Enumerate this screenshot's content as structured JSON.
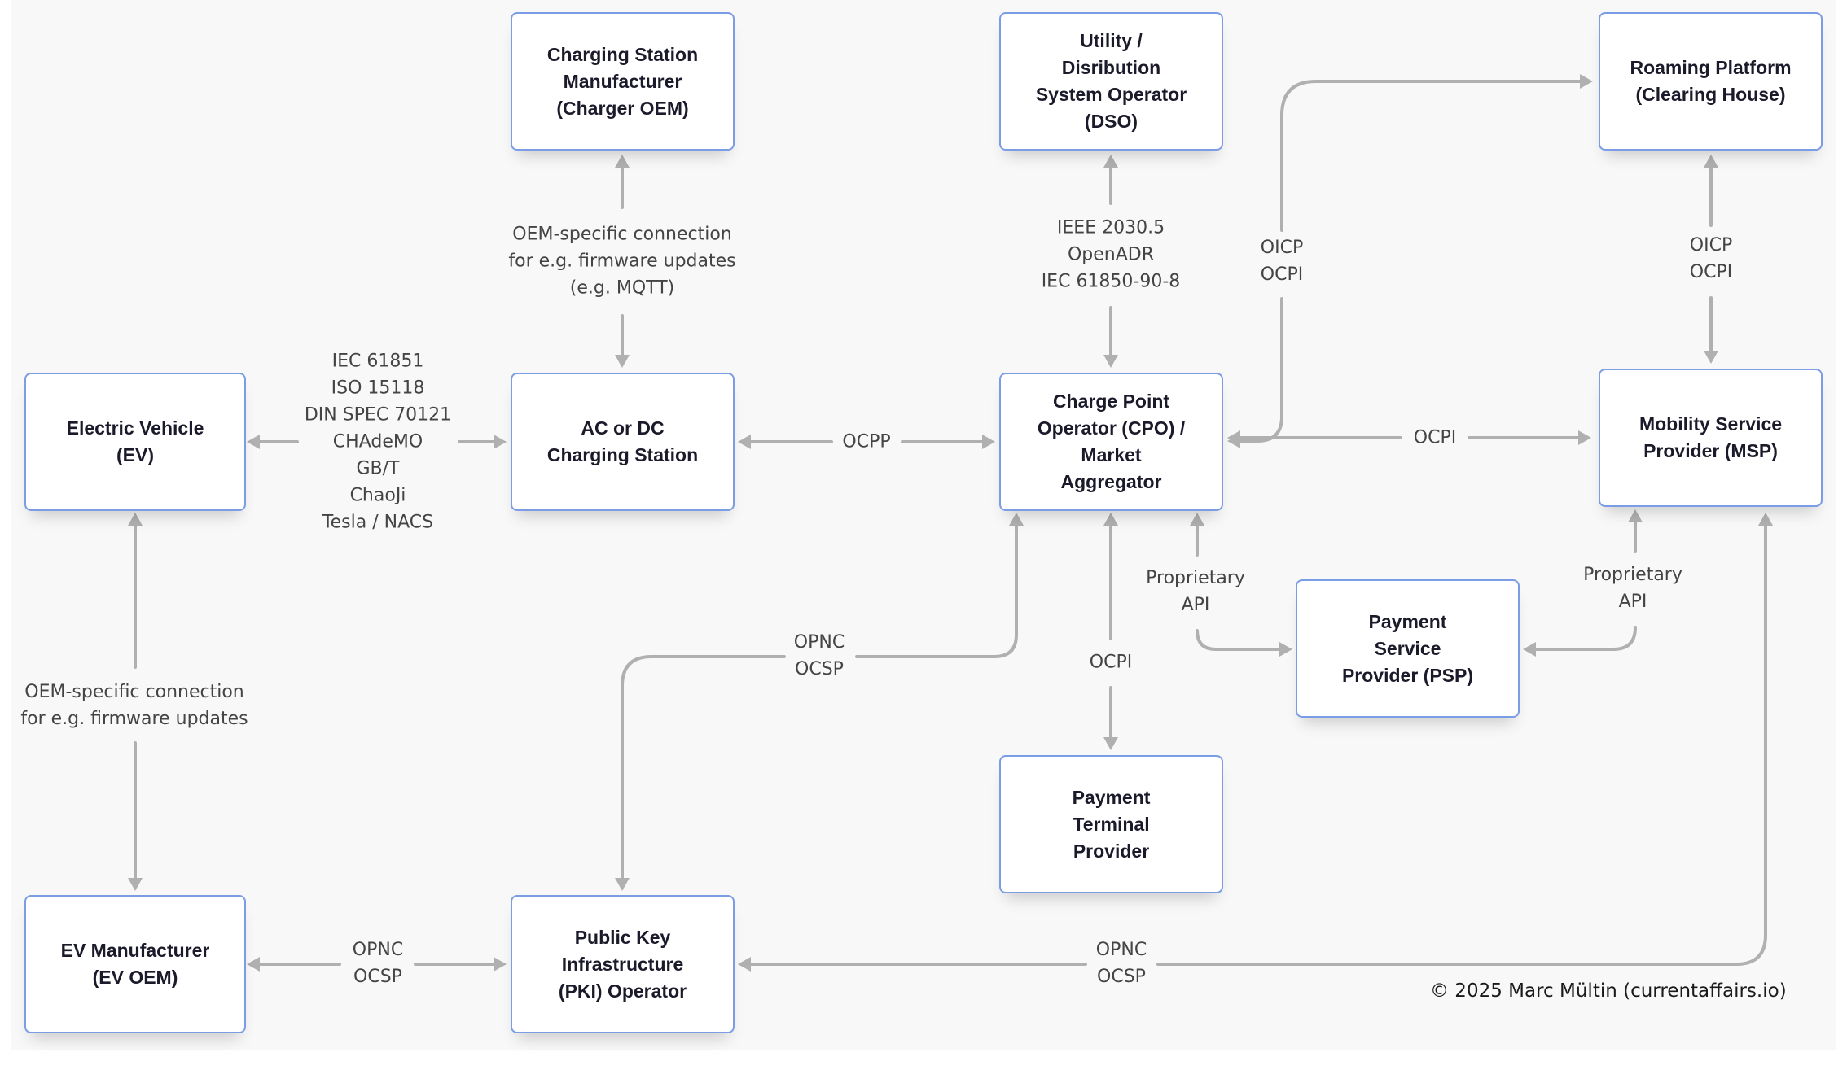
{
  "nodes": {
    "charger_oem": "Charging Station\nManufacturer\n(Charger OEM)",
    "dso": "Utility /\nDisribution\nSystem Operator\n(DSO)",
    "roaming": "Roaming Platform\n(Clearing House)",
    "ev": "Electric Vehicle\n(EV)",
    "charging_station": "AC or DC\nCharging Station",
    "cpo": "Charge Point\nOperator (CPO) /\nMarket\nAggregator",
    "msp": "Mobility Service\nProvider (MSP)",
    "psp": "Payment\nService\nProvider (PSP)",
    "payment_terminal": "Payment\nTerminal\nProvider",
    "ev_oem": "EV Manufacturer\n(EV OEM)",
    "pki": "Public Key\nInfrastructure\n(PKI) Operator"
  },
  "edge_labels": {
    "station_oem": "OEM-specific connection\nfor e.g. firmware updates\n(e.g. MQTT)",
    "cpo_dso": "IEEE 2030.5\nOpenADR\nIEC 61850-90-8",
    "cpo_roaming": "OICP\nOCPI",
    "msp_roaming": "OICP\nOCPI",
    "ev_station": "IEC 61851\nISO 15118\nDIN SPEC 70121\nCHAdeMO\nGB/T\nChaoJi\nTesla / NACS",
    "station_cpo": "OCPP",
    "cpo_msp": "OCPI",
    "cpo_psp": "Proprietary\nAPI",
    "msp_psp": "Proprietary\nAPI",
    "pki_cpo": "OPNC\nOCSP",
    "ev_evoem": "OEM-specific connection\nfor e.g. firmware updates",
    "cpo_terminal": "OCPI",
    "evoem_pki": "OPNC\nOCSP",
    "pki_msp": "OPNC\nOCSP"
  },
  "footer": {
    "copyright": "© 2025 Marc Mültin (currentaffairs.io)"
  },
  "colors": {
    "node_border": "#7b9de6",
    "edge": "#b0b0b0",
    "background": "#f8f8f8",
    "label_text": "#444444"
  }
}
